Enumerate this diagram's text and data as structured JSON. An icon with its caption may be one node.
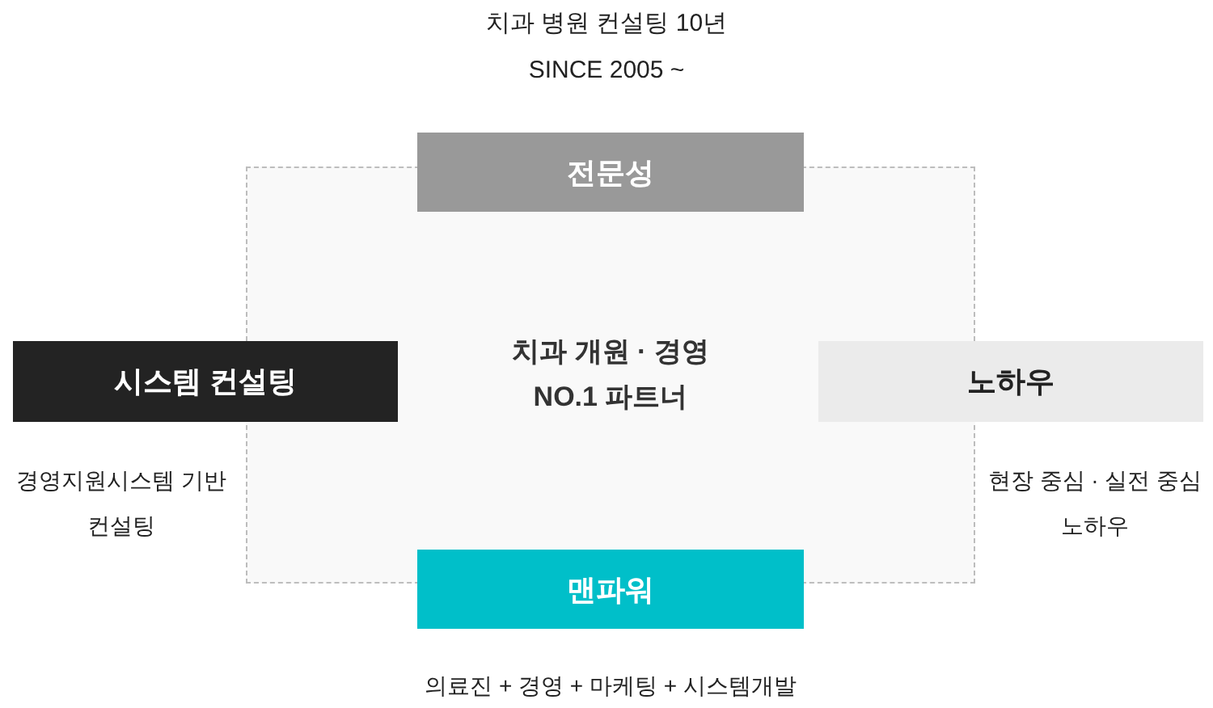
{
  "diagram": {
    "title": "치과 병원 컨설팅 10년",
    "nodes": [
      {
        "text": [
          "전문성"
        ]
      },
      {
        "text": [
          "시스템 컨설팅"
        ]
      },
      {
        "text": [
          "치과 개원 · 경영 NO.1 파트너"
        ]
      },
      {
        "text": [
          "노하우"
        ]
      },
      {
        "text": [
          "맨파워"
        ],
        "beside": [
          "의료진 + 경영 + 마케팅 + 시스템개발"
        ]
      }
    ],
    "labels": [
      "SINCE 2005 ~",
      "경영지원시스템 기반 컨설팅",
      "현장 중심 · 실전 중심 노하우"
    ]
  }
}
